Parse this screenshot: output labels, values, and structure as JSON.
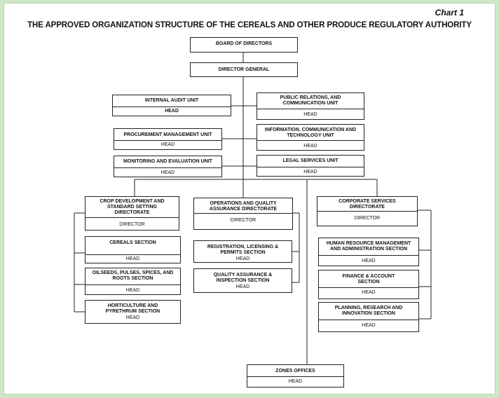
{
  "chart_label": "Chart 1",
  "title": "THE APPROVED ORGANIZATION STRUCTURE OF THE CEREALS AND OTHER PRODUCE REGULATORY AUTHORITY",
  "nodes": {
    "board": {
      "name": "BOARD OF DIRECTORS"
    },
    "director_general": {
      "name": "DIRECTOR GENERAL"
    },
    "internal_audit": {
      "name": "INTERNAL AUDIT UNIT",
      "role": "HEAD"
    },
    "public_relations": {
      "name": "PUBLIC RELATIONS, AND COMMUNICATION UNIT",
      "role": "HEAD"
    },
    "procurement": {
      "name": "PROCUREMENT MANAGEMENT UNIT",
      "role": "HEAD"
    },
    "ict": {
      "name": "INFORMATION, COMMUNICATION AND TECHNOLOGY UNIT",
      "role": "HEAD"
    },
    "monitoring": {
      "name": "MONITORING AND EVALUATION UNIT",
      "role": "HEAD"
    },
    "legal": {
      "name": "LEGAL SERVICES UNIT",
      "role": "HEAD"
    },
    "crop_dev": {
      "name": "CROP DEVELOPMENT AND STANDARD SETTING DIRECTORATE",
      "role": "DIRECTOR"
    },
    "operations": {
      "name": "OPERATIONS AND QUALITY ASSURANCE DIRECTORATE",
      "role": "DIRECTOR"
    },
    "corporate": {
      "name": "CORPORATE SERVICES DIRECTORATE",
      "role": "DIRECTOR"
    },
    "cereals": {
      "name": "CEREALS SECTION",
      "role": "HEAD"
    },
    "oilseeds": {
      "name": "OILSEEDS, PULSES, SPICES, AND ROOTS SECTION",
      "role": "HEAD"
    },
    "horticulture": {
      "name": "HORTICULTURE AND PYRETHRUM SECTION",
      "role": "HEAD"
    },
    "registration": {
      "name": "REGISTRATION, LICENSING & PERMITS SECTION",
      "role": "HEAD"
    },
    "qa_inspection": {
      "name": "QUALITY ASSURANCE & INSPECTION SECTION",
      "role": "HEAD"
    },
    "hr": {
      "name": "HUMAN RESOURCE MANAGEMENT AND ADMINISTRATION SECTION",
      "role": "HEAD"
    },
    "finance": {
      "name": "FINANCE & ACCOUNT SECTION",
      "role": "HEAD"
    },
    "planning": {
      "name": "PLANNING, RESEARCH AND INNOVATION SECTION",
      "role": "HEAD"
    },
    "zones": {
      "name": "ZONES OFFICES",
      "role": "HEAD"
    }
  }
}
